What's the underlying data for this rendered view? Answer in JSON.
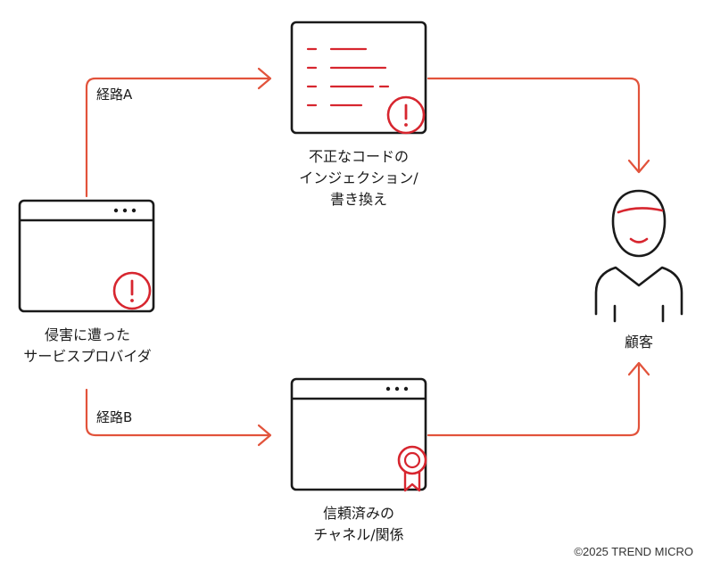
{
  "colors": {
    "arrow": "#e2533b",
    "alert": "#d7262f",
    "outline": "#1a1a1a"
  },
  "nodes": {
    "compromised_provider": {
      "line1": "侵害に遭った",
      "line2": "サービスプロバイダ",
      "icon": "browser-window-icon"
    },
    "malicious_code": {
      "line1": "不正なコードの",
      "line2": "インジェクション/",
      "line3": "書き換え",
      "icon": "code-document-icon"
    },
    "trusted_channel": {
      "line1": "信頼済みの",
      "line2": "チャネル/関係",
      "icon": "certified-window-icon"
    },
    "customer": {
      "label": "顧客",
      "icon": "person-icon"
    }
  },
  "routes": {
    "route_a": "経路A",
    "route_b": "経路B"
  },
  "footer": {
    "copyright": "©2025 TREND MICRO"
  }
}
